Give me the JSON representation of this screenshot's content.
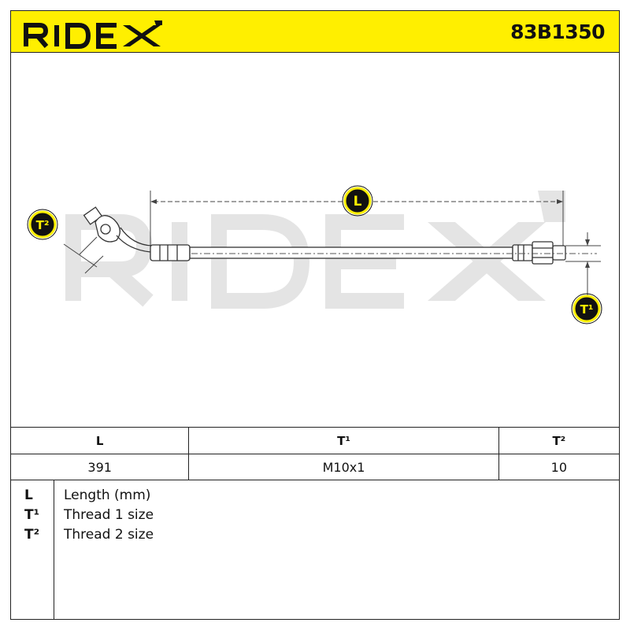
{
  "header": {
    "brand": "RIDEX",
    "part_number": "83B1350",
    "bg_color": "#ffef00"
  },
  "drawing": {
    "watermark": "RIDEX",
    "callouts": {
      "length": "L",
      "thread1": "T¹",
      "thread2": "T²"
    }
  },
  "table": {
    "headers": [
      "L",
      "T¹",
      "T²"
    ],
    "values": [
      "391",
      "M10x1",
      "10"
    ]
  },
  "legend": {
    "items": [
      {
        "key": "L",
        "desc": "Length (mm)"
      },
      {
        "key": "T¹",
        "desc": "Thread 1 size"
      },
      {
        "key": "T²",
        "desc": "Thread 2 size"
      }
    ]
  }
}
